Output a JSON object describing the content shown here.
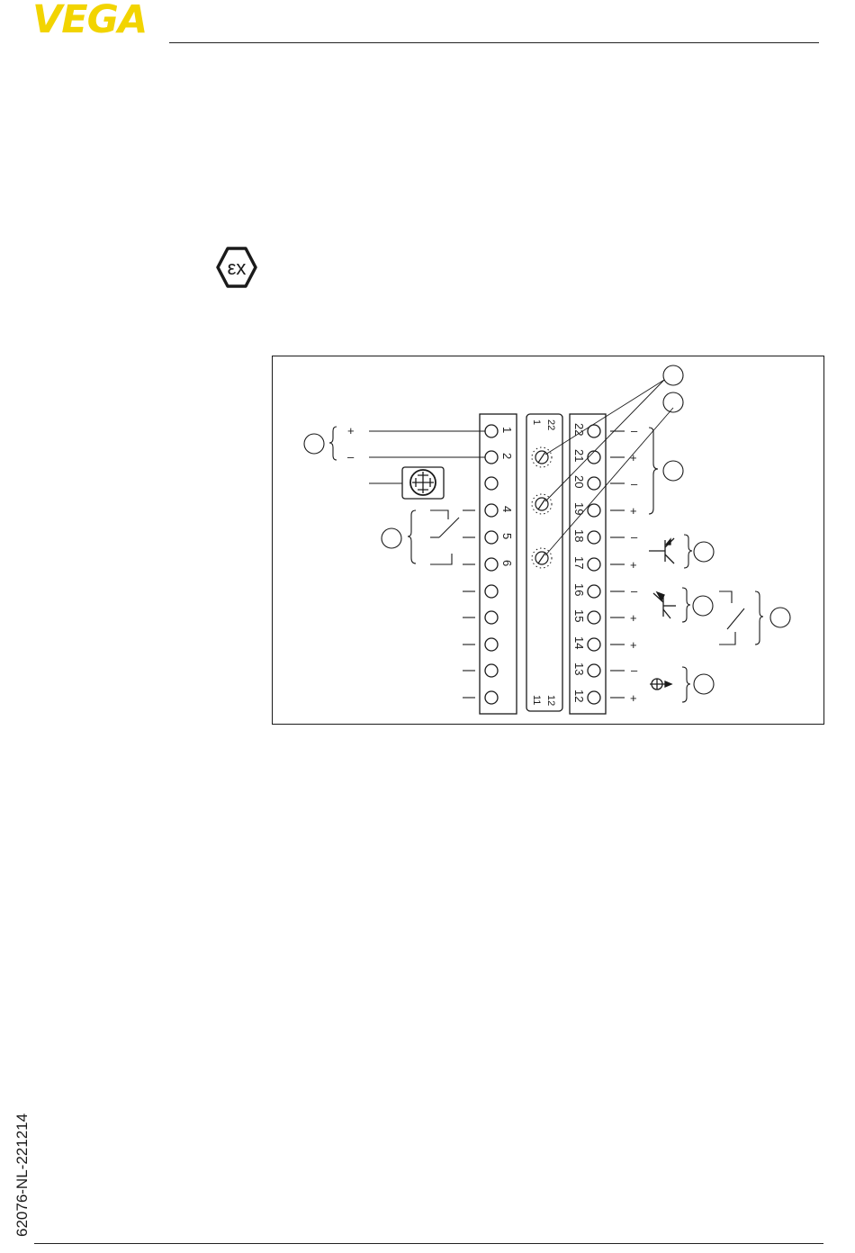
{
  "header": {
    "logo_text": "VEGA",
    "brand_color": "#f2d400"
  },
  "footer": {
    "doc_id": "62076-NL-221214"
  },
  "ex_symbol": {
    "label": "εx",
    "icon": "ex-atex-icon"
  },
  "diagram": {
    "left_terminals": [
      "1",
      "2",
      "4",
      "5",
      "6"
    ],
    "middle_top": [
      "22",
      "1"
    ],
    "middle_bottom": [
      "12",
      "11"
    ],
    "right_terminals": [
      "22",
      "21",
      "20",
      "19",
      "18",
      "17",
      "16",
      "15",
      "14",
      "13",
      "12"
    ],
    "right_polarity": [
      "–",
      "+",
      "–",
      "+",
      "–",
      "+",
      "–",
      "+",
      "+",
      "–",
      "+"
    ],
    "supply_plus": "+",
    "supply_minus": "–"
  }
}
